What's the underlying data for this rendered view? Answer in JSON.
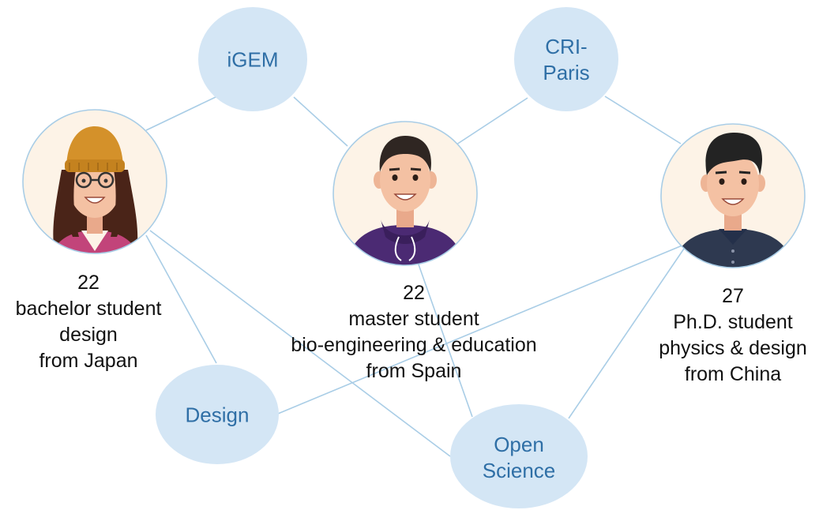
{
  "topics": {
    "igem": {
      "label": "iGEM"
    },
    "cri": {
      "label_line1": "CRI-",
      "label_line2": "Paris"
    },
    "design": {
      "label": "Design"
    },
    "open_science": {
      "label_line1": "Open",
      "label_line2": "Science"
    }
  },
  "people": {
    "p1": {
      "age": "22",
      "level": "bachelor student",
      "field": "design",
      "origin": "from Japan"
    },
    "p2": {
      "age": "22",
      "level": "master student",
      "field": "bio-engineering & education",
      "origin": "from Spain"
    },
    "p3": {
      "age": "27",
      "level": "Ph.D. student",
      "field": "physics & design",
      "origin": "from China"
    }
  },
  "colors": {
    "topic_fill": "#d4e6f5",
    "topic_text": "#2f6fa6",
    "edge": "#a9cde6",
    "avatar_ring": "#a9cde6",
    "avatar_bg": "#fdf3e7"
  }
}
